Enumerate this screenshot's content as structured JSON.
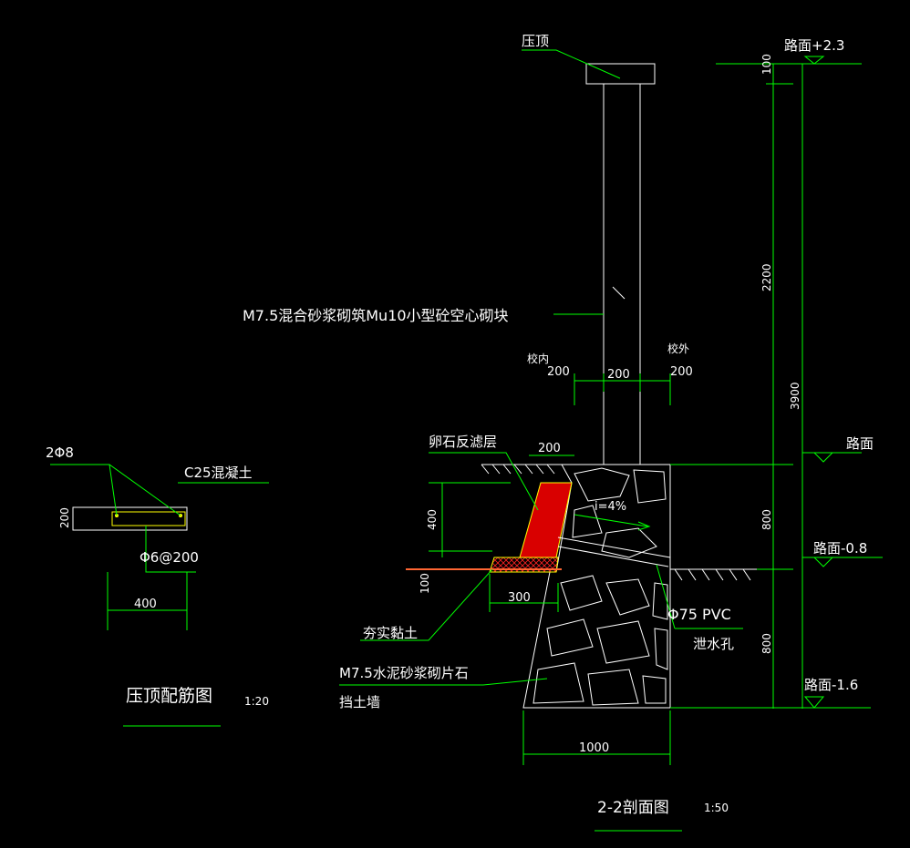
{
  "labels": {
    "cap": "压顶",
    "road_top": "路面+2.3",
    "road": "路面",
    "road_m08": "路面-0.8",
    "road_m16": "路面-1.6",
    "block_wall": "M7.5混合砂浆砌筑Mu10小型砼空心砌块",
    "inside": "校内",
    "outside": "校外",
    "filter": "卵石反滤层",
    "slope": "i=4%",
    "pvc": "Φ75 PVC",
    "drain": "泄水孔",
    "clay": "夯实黏土",
    "rubble": "M7.5水泥砂浆砌片石",
    "retaining": "挡土墙",
    "section_title": "2-2剖面图",
    "section_scale": "1:50",
    "rebar_title": "压顶配筋图",
    "rebar_scale": "1:20",
    "bars": "2Φ8",
    "concrete": "C25混凝土",
    "stirrup": "Φ6@200"
  },
  "dims": {
    "d100": "100",
    "d2200": "2200",
    "d3900": "3900",
    "d800a": "800",
    "d800b": "800",
    "w200a": "200",
    "w200b": "200",
    "w200c": "200",
    "w200d": "200",
    "h400": "400",
    "h100": "100",
    "w300": "300",
    "w1000": "1000",
    "cap200": "200",
    "cap400": "400"
  },
  "colors": {
    "line": "#00ff00",
    "outline": "#ffffff",
    "filter_fill": "#ff0000",
    "ground_line": "#ff6633"
  }
}
